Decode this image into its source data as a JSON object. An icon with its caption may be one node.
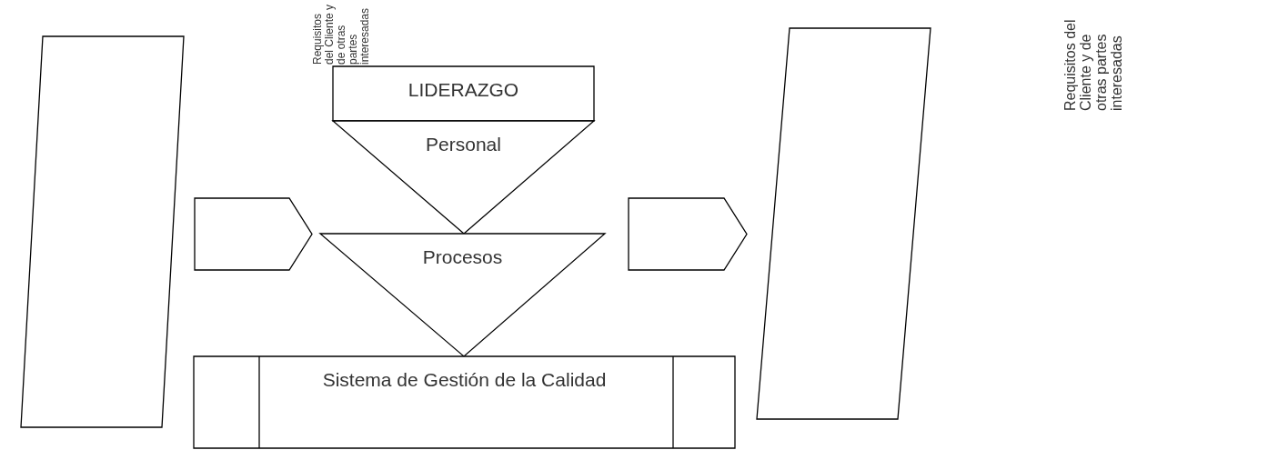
{
  "diagram": {
    "nodes": [
      {
        "text": [],
        "shape": "parallelogram"
      },
      {
        "text": [
          "LIDERAZGO"
        ]
      },
      {
        "text": [
          "Personal"
        ]
      },
      {
        "text": [],
        "shape": "arrow"
      },
      {
        "text": [
          "Procesos"
        ]
      },
      {
        "text": [],
        "shape": "arrow"
      },
      {
        "text": [
          "Sistema de Gestión de la Calidad"
        ]
      },
      {
        "text": [],
        "shape": "parallelogram"
      }
    ],
    "labels": [
      "Requisitos del Cliente y de otras partes interesadas",
      "Requisitos del Cliente y de otras partes interesadas"
    ]
  }
}
